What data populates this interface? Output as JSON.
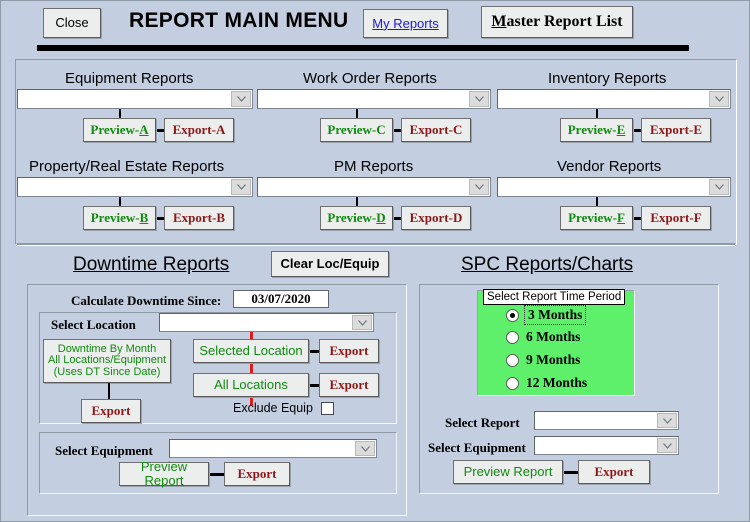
{
  "header": {
    "close_label": "Close",
    "title": "REPORT MAIN MENU",
    "my_reports_label": "My Reports",
    "master_report_list_label": "Master Report List",
    "master_report_list_accel": "M",
    "master_report_list_rest": "aster Report List"
  },
  "report_groups": [
    {
      "title": "Equipment Reports",
      "value": "",
      "preview_label": "Preview-",
      "preview_accel": "A",
      "export_label": "Export-A"
    },
    {
      "title": "Work Order Reports",
      "value": "",
      "preview_label": "Preview-",
      "preview_accel": "C",
      "export_label": "Export-C"
    },
    {
      "title": "Inventory Reports",
      "value": "",
      "preview_label": "Preview-",
      "preview_accel": "E",
      "export_label": "Export-E"
    },
    {
      "title": "Property/Real Estate  Reports",
      "value": "",
      "preview_label": "Preview-",
      "preview_accel": "B",
      "export_label": "Export-B"
    },
    {
      "title": "PM Reports",
      "value": "",
      "preview_label": "Preview-",
      "preview_accel": "D",
      "export_label": "Export-D"
    },
    {
      "title": "Vendor Reports",
      "value": "",
      "preview_label": "Preview-",
      "preview_accel": "F",
      "export_label": "Export-F"
    }
  ],
  "downtime": {
    "section_title": "Downtime Reports",
    "clear_button": "Clear Loc/Equip",
    "since_label": "Calculate Downtime Since:",
    "since_date": "03/07/2020",
    "select_location_label": "Select Location",
    "location_value": "",
    "by_month_line1": "Downtime By Month",
    "by_month_line2": "All Locations/Equipment",
    "by_month_line3": "(Uses DT Since Date)",
    "by_month_export": "Export",
    "selected_location_button": "Selected Location",
    "selected_location_export": "Export",
    "all_locations_button": "All Locations",
    "all_locations_export": "Export",
    "exclude_equip_label": "Exclude Equip",
    "exclude_equip_checked": false,
    "select_equipment_label": "Select Equipment",
    "equipment_value": "",
    "preview_report_button": "Preview Report",
    "equipment_export": "Export"
  },
  "spc": {
    "section_title": "SPC Reports/Charts",
    "frame_label": "Select Report Time Period",
    "options": [
      {
        "label": "3 Months",
        "selected": true
      },
      {
        "label": "6 Months",
        "selected": false
      },
      {
        "label": "9 Months",
        "selected": false
      },
      {
        "label": "12 Months",
        "selected": false
      }
    ],
    "select_report_label": "Select Report",
    "report_value": "",
    "select_equipment_label": "Select Equipment",
    "equipment_value": "",
    "preview_report_button": "Preview Report",
    "export_button": "Export"
  },
  "colors": {
    "background": "#c3cfe0",
    "preview_green": "#108a10",
    "export_red": "#8d1616",
    "link_blue": "#1a1ad6",
    "radio_panel_green": "#5ef06a",
    "connector_red": "#d91e1e"
  }
}
